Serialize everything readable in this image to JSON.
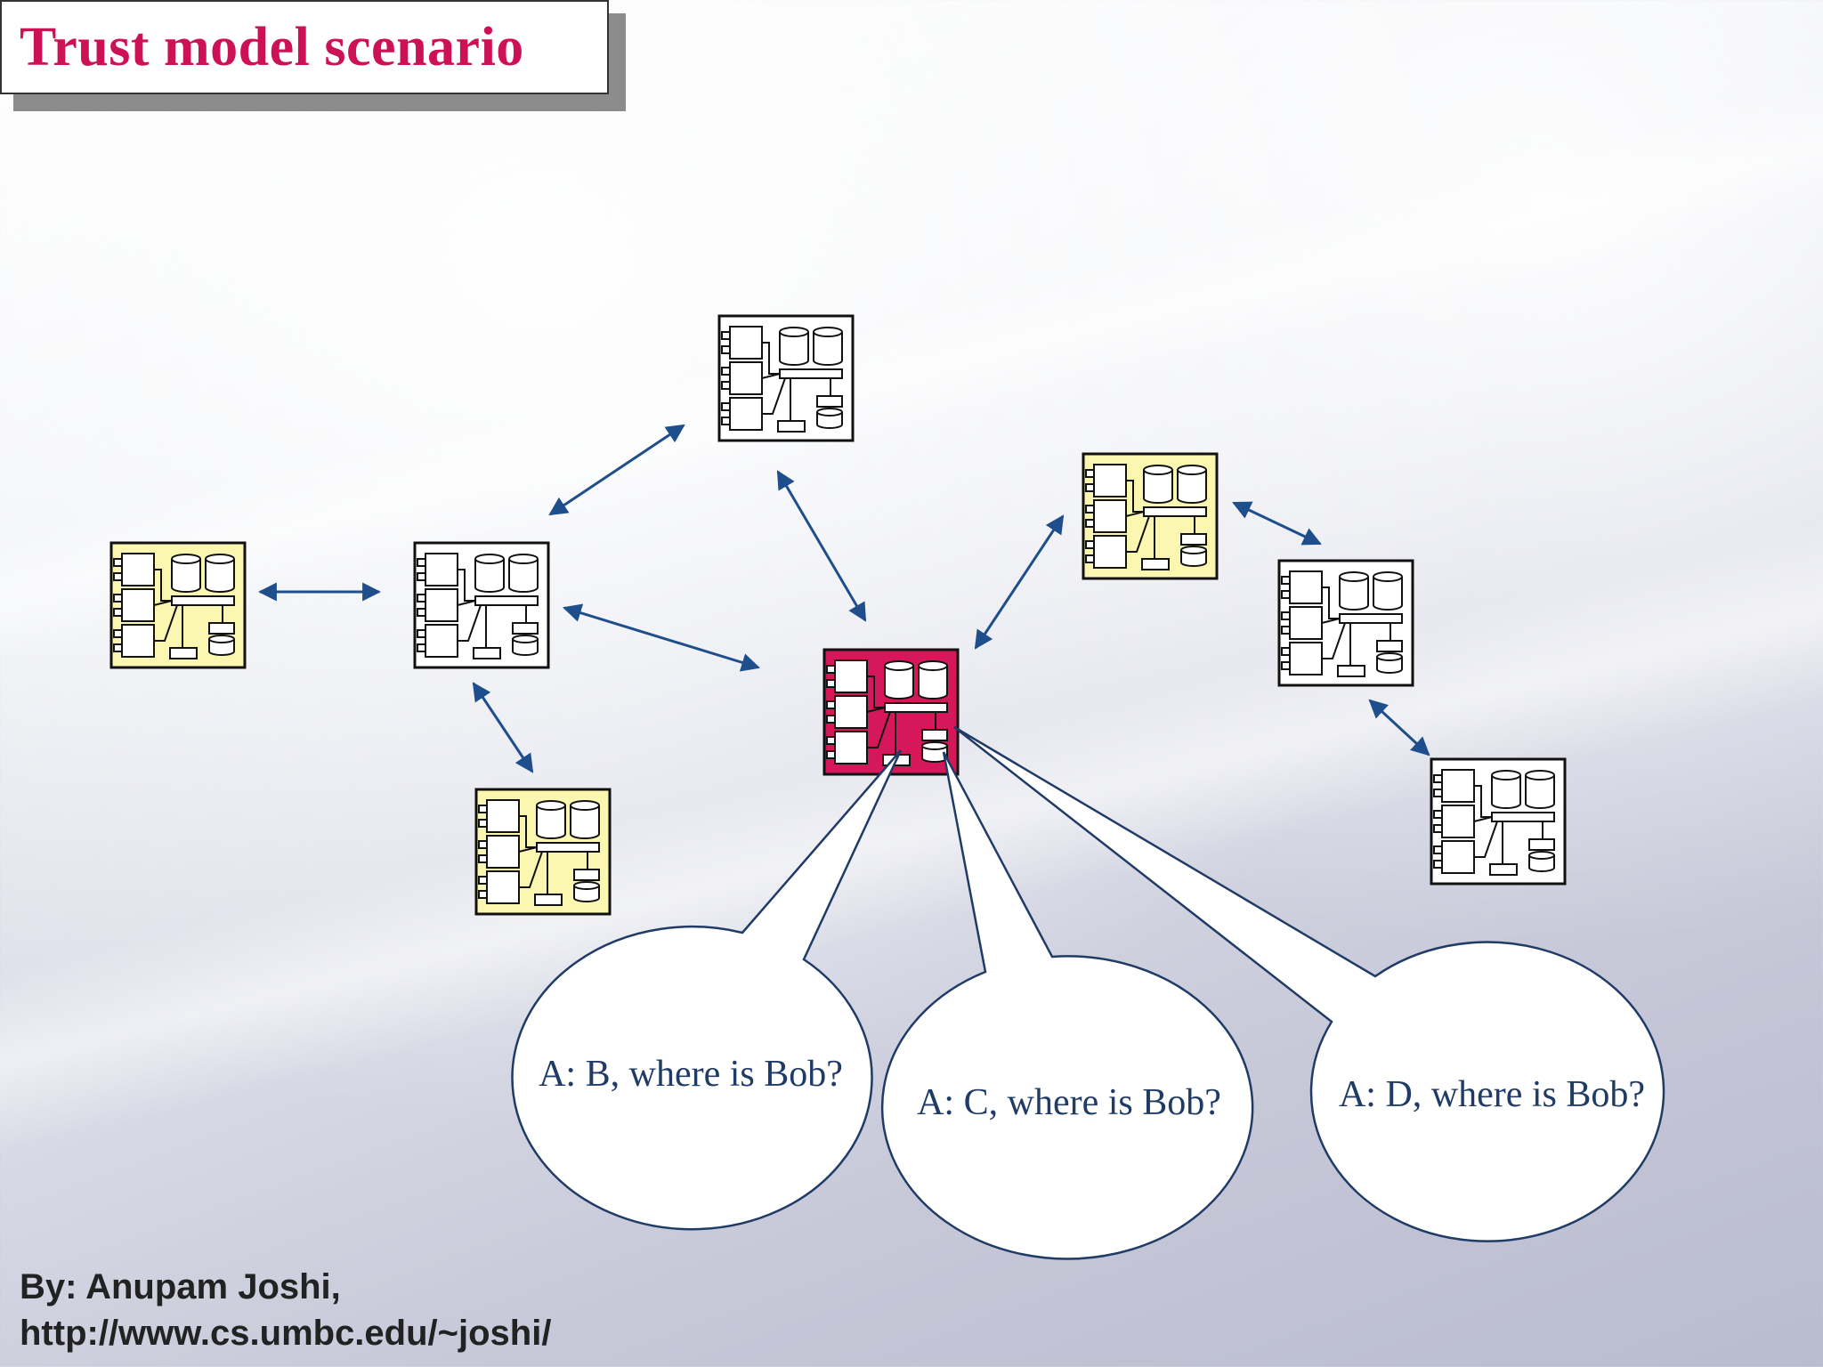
{
  "title": "Trust model scenario",
  "colors": {
    "title": "#cc1155",
    "arrow": "#1f4e8c",
    "node_yellow": "#fbf6b0",
    "node_white": "#ffffff",
    "node_red": "#d6175a",
    "bubble_stroke": "#1f3b66",
    "bubble_text": "#1f3b66"
  },
  "bubbles": [
    {
      "text": "A: B, where is Bob?"
    },
    {
      "text": "A: C, where is Bob?"
    },
    {
      "text": "A: D, where is Bob?"
    }
  ],
  "credit": {
    "line1": "By: Anupam Joshi,",
    "line2": "http://www.cs.umbc.edu/~joshi/"
  }
}
